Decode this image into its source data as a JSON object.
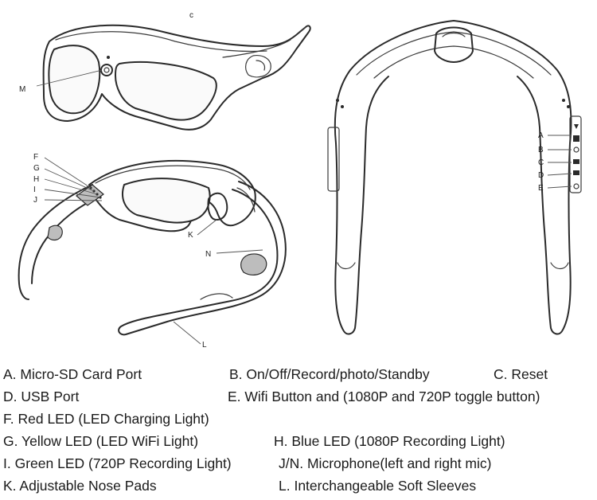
{
  "callouts": {
    "M": "M",
    "A": "A",
    "B": "B",
    "C": "C",
    "D": "D",
    "E": "E",
    "F": "F",
    "G": "G",
    "H": "H",
    "I": "I",
    "J": "J",
    "K": "K",
    "N": "N",
    "L": "L"
  },
  "legend": [
    [
      "A. Micro-SD Card Port",
      "B. On/Off/Record/photo/Standby",
      "C. Reset"
    ],
    [
      "D. USB Port",
      "E. Wifi Button and (1080P and 720P toggle button)"
    ],
    [
      "F. Red LED (LED Charging Light)"
    ],
    [
      "G. Yellow LED (LED WiFi Light)",
      "H. Blue LED (1080P Recording Light)"
    ],
    [
      "I. Green LED (720P Recording Light)",
      "J/N. Microphone(left and right mic)"
    ],
    [
      "K. Adjustable Nose Pads",
      "L. Interchangeable Soft Sleeves"
    ]
  ]
}
